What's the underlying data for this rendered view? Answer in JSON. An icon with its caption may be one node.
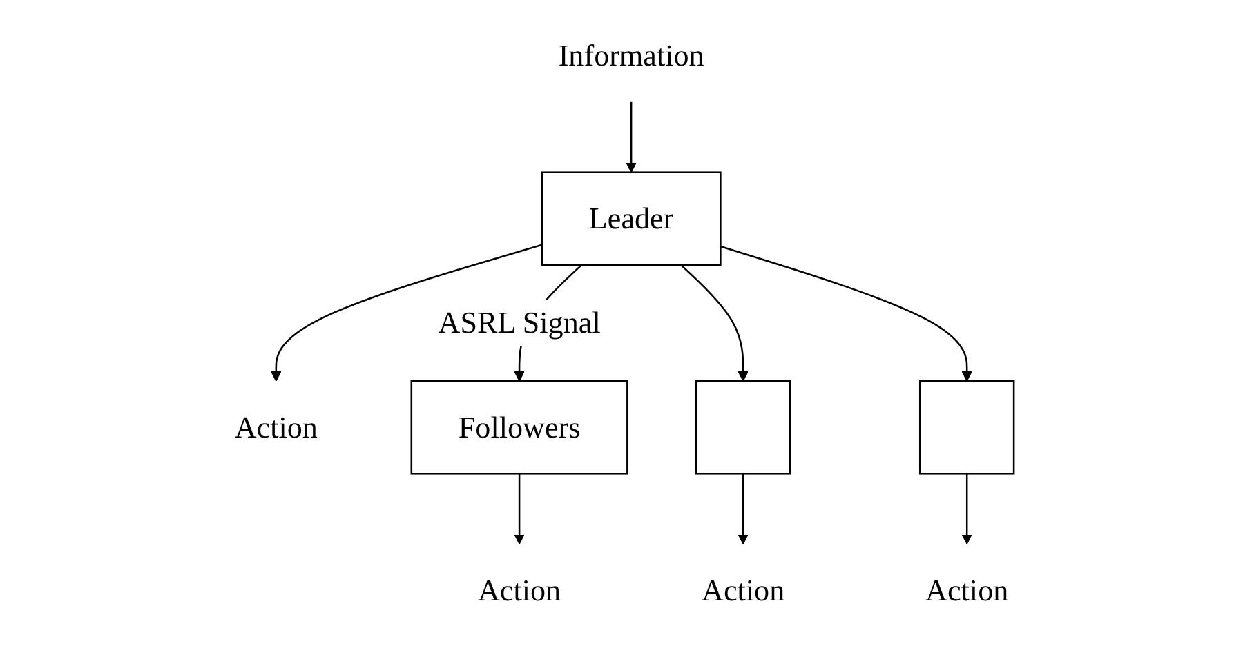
{
  "diagram": {
    "nodes": [
      {
        "text": [
          "Information"
        ]
      },
      {
        "text": [
          "Leader"
        ]
      },
      {
        "text": [
          "Action"
        ]
      },
      {
        "text": [
          "Followers"
        ]
      },
      {
        "text": [],
        "shape": "box"
      },
      {
        "text": [],
        "shape": "box"
      },
      {
        "text": [
          "Action"
        ]
      },
      {
        "text": [
          "Action"
        ]
      },
      {
        "text": [
          "Action"
        ]
      }
    ],
    "edges": [
      {
        "from": 0,
        "to": 1,
        "arrow": "to"
      },
      {
        "from": 1,
        "to": 2,
        "arrow": "to"
      },
      {
        "from": 1,
        "to": 3,
        "arrow": "to",
        "label": "ASRL Signal"
      },
      {
        "from": 1,
        "to": 4,
        "arrow": "to"
      },
      {
        "from": 1,
        "to": 5,
        "arrow": "to"
      },
      {
        "from": 3,
        "to": 6,
        "arrow": "to"
      },
      {
        "from": 4,
        "to": 7,
        "arrow": "to"
      },
      {
        "from": 5,
        "to": 8,
        "arrow": "to"
      }
    ]
  }
}
